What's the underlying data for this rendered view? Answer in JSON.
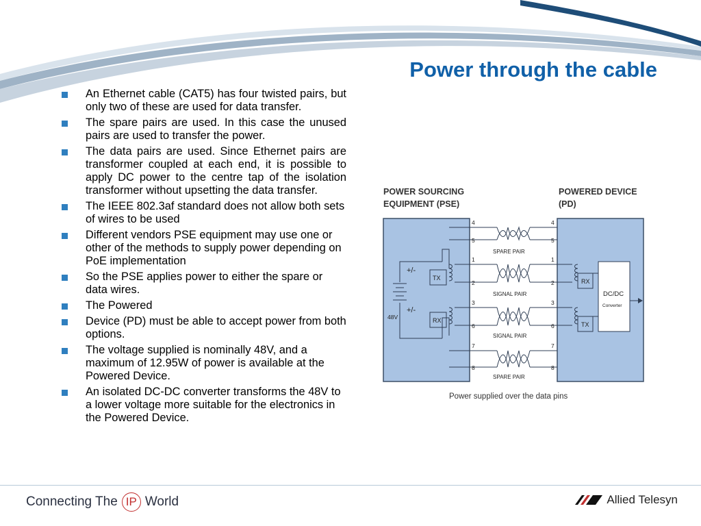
{
  "slide": {
    "title": "Power through the cable",
    "bullets": [
      {
        "text": "An Ethernet cable (CAT5) has four twisted pairs, but only two of these are used for data transfer.",
        "justify": true
      },
      {
        "text": "The spare pairs are used. In this case the unused pairs are used to transfer the power.",
        "justify": true
      },
      {
        "text": "The data pairs are used. Since Ethernet pairs are transformer coupled at each end, it is possible to apply DC power to the centre tap of the isolation transformer without upsetting the data transfer.",
        "justify": true
      },
      {
        "text": "The IEEE 802.3af standard does not allow both sets of wires to be used",
        "justify": false
      },
      {
        "text": "Different vendors PSE equipment may use one or other of the methods to supply power depending on PoE implementation",
        "justify": false
      },
      {
        "text": "So the PSE applies power to either the spare or data wires.",
        "justify": false
      },
      {
        "text": "The Powered",
        "justify": false
      },
      {
        "text": "Device (PD) must be able to accept power from both options.",
        "justify": false
      },
      {
        "text": "The voltage supplied is nominally 48V, and a maximum of 12.95W of power is available at the Powered Device.",
        "justify": false
      },
      {
        "text": "An isolated DC-DC converter transforms the 48V to a lower voltage more suitable for the electronics in the Powered Device.",
        "justify": false
      }
    ]
  },
  "diagram": {
    "pse_label_line1": "POWER SOURCING",
    "pse_label_line2": "EQUIPMENT (PSE)",
    "pd_label_line1": "POWERED DEVICE",
    "pd_label_line2": "(PD)",
    "pair_labels": [
      "SPARE PAIR",
      "SIGNAL PAIR",
      "SIGNAL PAIR",
      "SPARE PAIR"
    ],
    "pins_left": [
      "4",
      "5",
      "1",
      "2",
      "3",
      "6",
      "7",
      "8"
    ],
    "pins_right": [
      "4",
      "5",
      "1",
      "2",
      "3",
      "6",
      "7",
      "8"
    ],
    "tx_label": "TX",
    "rx_label": "RX",
    "polarity_top": "+/-",
    "polarity_bottom": "+/-",
    "voltage": "48V",
    "pd_rx": "RX",
    "pd_tx": "TX",
    "converter_title": "DC/DC",
    "converter_sub": "Converter",
    "caption": "Power supplied over the data pins",
    "colors": {
      "box_fill": "#a9c3e3",
      "box_stroke": "#3c4e66",
      "wire": "#2f3e54"
    }
  },
  "footer": {
    "left_text_before": "Connecting The",
    "left_ip": "IP",
    "left_text_after": "World",
    "brand": "Allied Telesyn",
    "brand_logo_icon": "allied-telesyn-logo-icon"
  }
}
